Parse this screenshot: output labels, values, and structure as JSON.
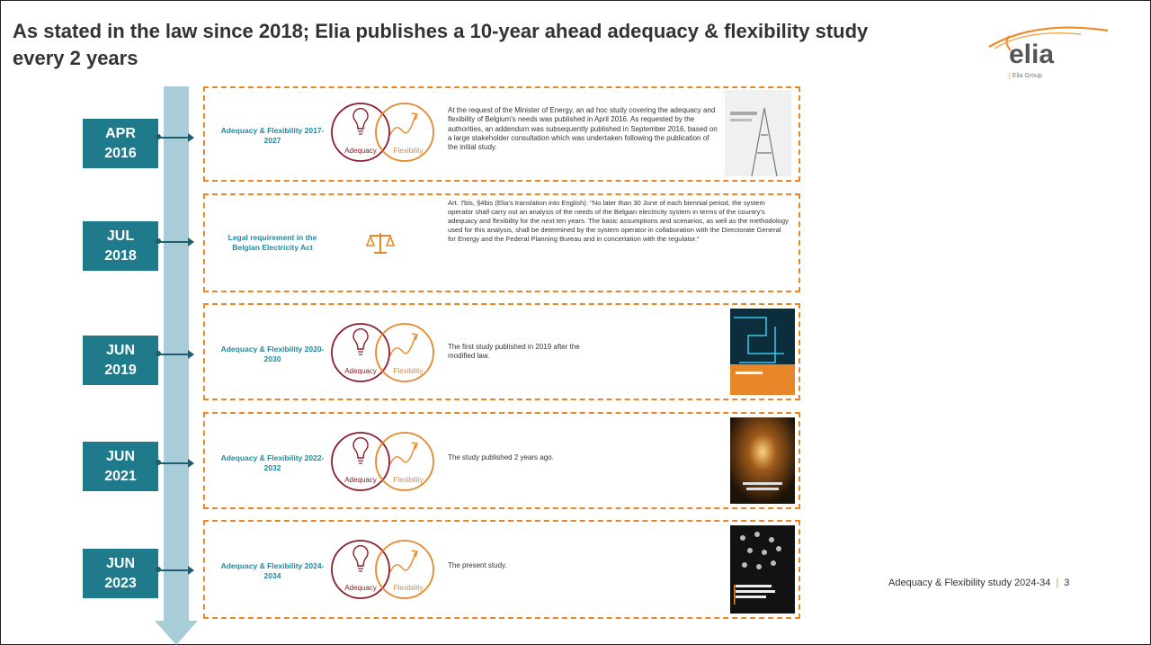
{
  "header": {
    "title": "As stated in the law since 2018; Elia publishes a 10-year ahead adequacy & flexibility study every 2 years"
  },
  "logo": {
    "word": "elia",
    "group": "Elia Group",
    "group_bar": "|"
  },
  "venn": {
    "left": "Adequacy",
    "right": "Flexibility"
  },
  "timeline": [
    {
      "month": "APR",
      "year": "2016",
      "label": "Adequacy & Flexibility 2017-2027",
      "text": "At the request of the Minister of Energy, an ad hoc study covering the adequacy and flexibility of Belgium's needs was published in April 2016. As requested by the authorities, an addendum was subsequently published in September 2016, based on a large stakeholder consultation which was undertaken following the publication of the initial study."
    },
    {
      "month": "JUL",
      "year": "2018",
      "label": "Legal requirement in the Belgian Electricity Act",
      "text": "Art. 7bis, §4bis (Elia's translation into English): \"No later than 30 June of each biennial period, the system operator shall carry out an analysis of the needs of the Belgian electricity system in terms of the country's adequacy and flexibility for the next ten years. The basic assumptions and scenarios, as well as the methodology used for this analysis, shall be determined by the system operator in collaboration with the Directorate General for Energy and the Federal Planning Bureau and in concertation with the regulator.\""
    },
    {
      "month": "JUN",
      "year": "2019",
      "label": "Adequacy & Flexibility 2020-2030",
      "text": "The first study published in 2019 after the modified law."
    },
    {
      "month": "JUN",
      "year": "2021",
      "label": "Adequacy & Flexibility 2022-2032",
      "text": "The study published 2 years ago."
    },
    {
      "month": "JUN",
      "year": "2023",
      "label": "Adequacy & Flexibility 2024-2034",
      "text": "The present study."
    }
  ],
  "footer": {
    "text": "Adequacy & Flexibility study 2024-34",
    "page": "3"
  },
  "colors": {
    "accent": "#e8862a",
    "teal": "#1f7a8c",
    "arrow": "#a9ccd9",
    "adequacy": "#8a1c2b",
    "flexibility": "#e8862a"
  }
}
